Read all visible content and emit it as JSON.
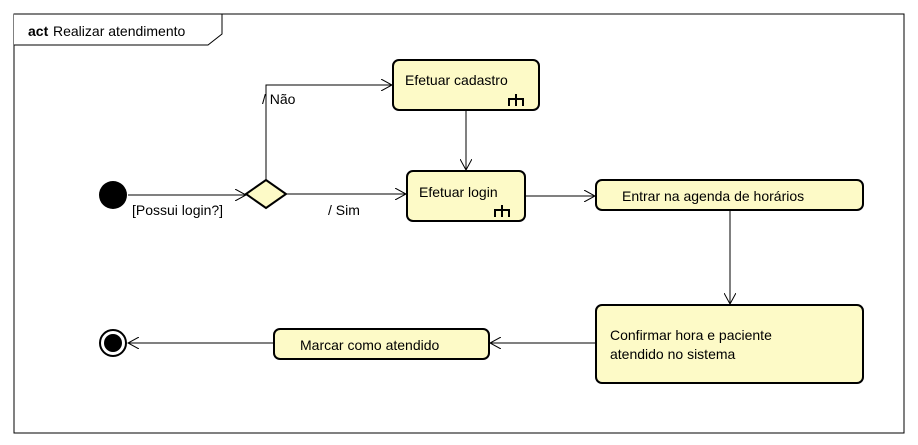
{
  "frame": {
    "keyword": "act",
    "name": "Realizar atendimento"
  },
  "nodes": {
    "cadastro": "Efetuar cadastro",
    "login": "Efetuar login",
    "agenda": "Entrar na agenda de horários",
    "confirmar_line1": "Confirmar hora e paciente",
    "confirmar_line2": "atendido no sistema",
    "marcar": "Marcar como atendido"
  },
  "edges": {
    "guard_decision": "[Possui login?]",
    "nao": "/ Não",
    "sim": "/ Sim"
  },
  "colors": {
    "action_fill": "#fdfac7",
    "stroke": "#000000"
  }
}
